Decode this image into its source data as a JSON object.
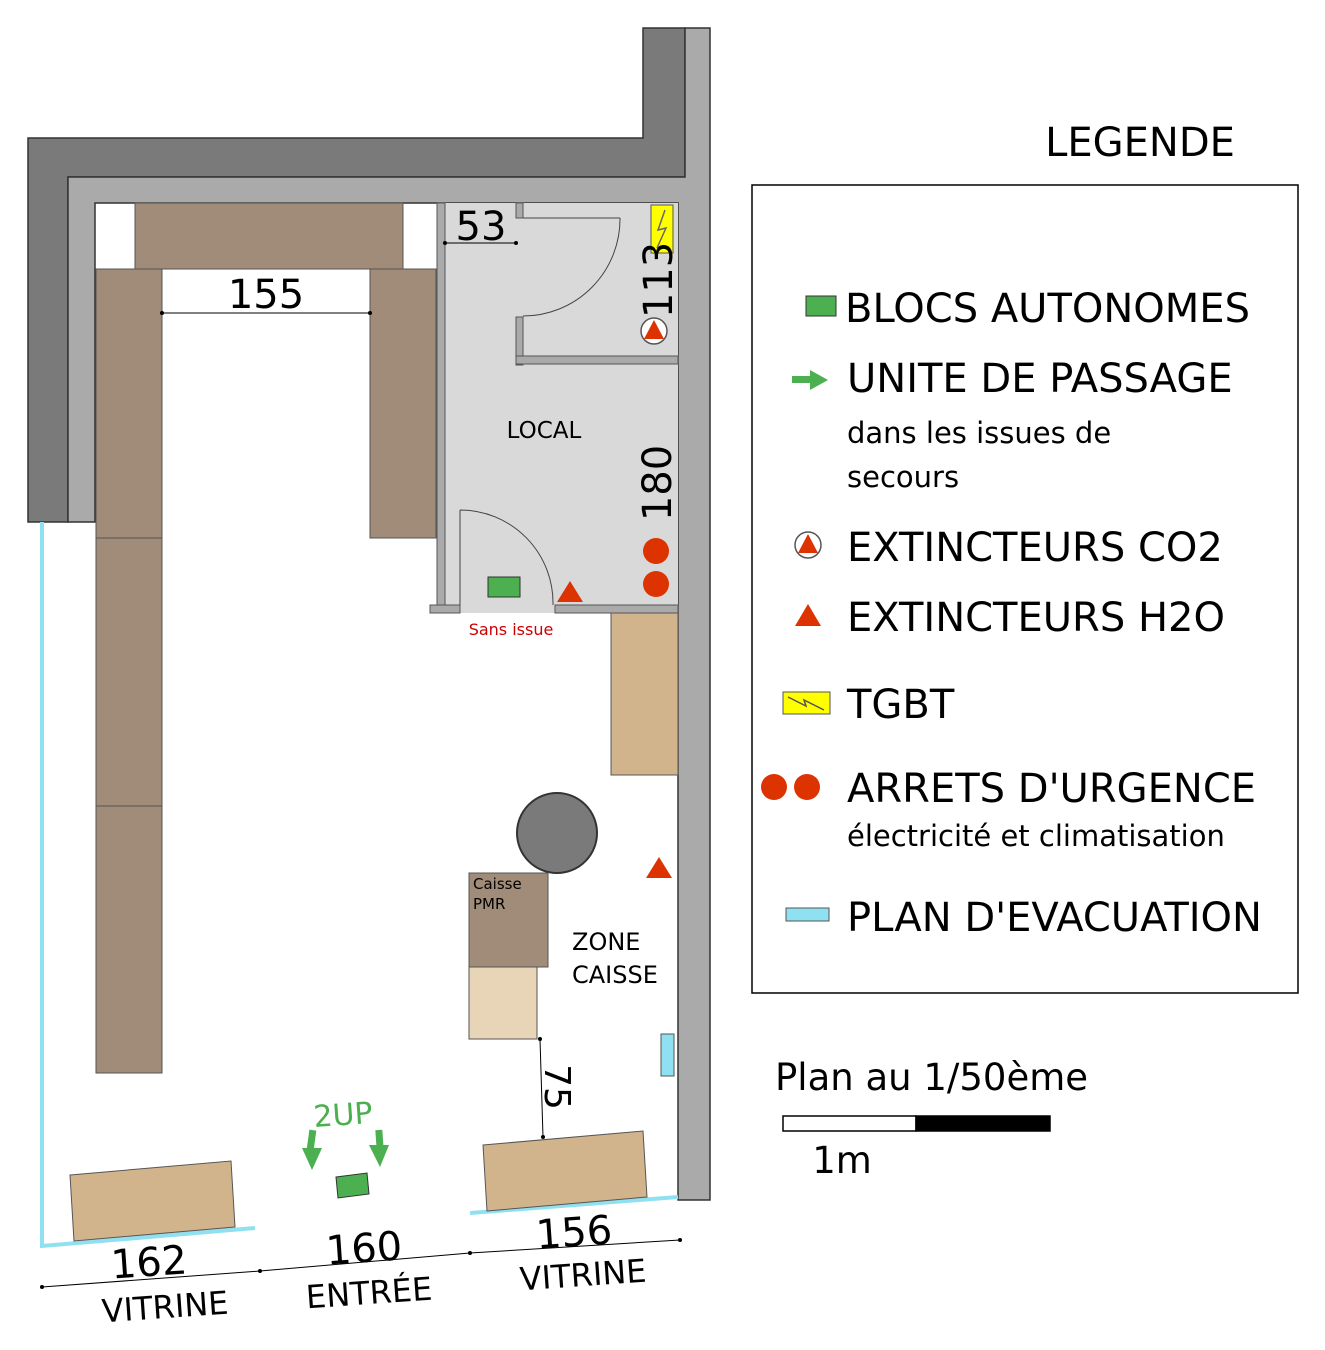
{
  "plan": {
    "dimensions": {
      "shelf_gap": "155",
      "door_local": "53",
      "local_height_top": "113",
      "local_height_bottom": "180",
      "caisse_distance": "75",
      "vitrine_left": "162",
      "entree": "160",
      "vitrine_right": "156"
    },
    "labels": {
      "local": "LOCAL",
      "sans_issue": "Sans issue",
      "caisse_pmr_line1": "Caisse",
      "caisse_pmr_line2": "PMR",
      "zone_caisse_line1": "ZONE",
      "zone_caisse_line2": "CAISSE",
      "two_up": "2UP",
      "vitrine_left": "VITRINE",
      "entree": "ENTRÉE",
      "vitrine_right": "VITRINE"
    }
  },
  "legend": {
    "title": "LEGENDE",
    "items": {
      "blocs": "BLOCS AUTONOMES",
      "unite": "UNITE DE PASSAGE",
      "unite_sub1": "dans les issues de",
      "unite_sub2": "secours",
      "co2": "EXTINCTEURS CO2",
      "h2o": "EXTINCTEURS H2O",
      "tgbt": "TGBT",
      "arrets": "ARRETS D'URGENCE",
      "arrets_sub": "électricité et climatisation",
      "plan_evac": "PLAN D'EVACUATION"
    }
  },
  "scale": {
    "title": "Plan au 1/50ème",
    "bar_label": "1m"
  },
  "colors": {
    "wall_dark": "#7a7a7a",
    "wall_light": "#aaaaaa",
    "shelf": "#a08c78",
    "counter": "#d2b48c",
    "local_floor": "#d9d9d9",
    "green": "#4caf50",
    "red": "#dd3300",
    "yellow": "#ffff00",
    "glass": "#8fe0f0"
  }
}
